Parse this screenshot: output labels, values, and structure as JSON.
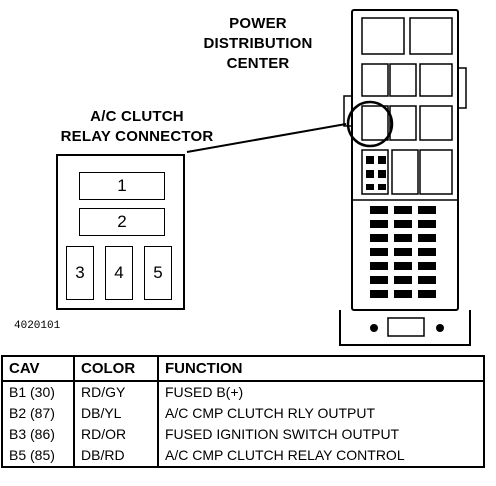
{
  "titles": {
    "pdc_line1": "POWER",
    "pdc_line2": "DISTRIBUTION",
    "pdc_line3": "CENTER",
    "ac_line1": "A/C CLUTCH",
    "ac_line2": "RELAY CONNECTOR"
  },
  "connector": {
    "cavities": [
      "1",
      "2",
      "3",
      "4",
      "5"
    ]
  },
  "figure_id": "4020101",
  "table": {
    "headers": [
      "CAV",
      "COLOR",
      "FUNCTION"
    ],
    "rows": [
      {
        "cav": "B1 (30)",
        "color": "RD/GY",
        "function": "FUSED B(+)"
      },
      {
        "cav": "B2 (87)",
        "color": "DB/YL",
        "function": "A/C CMP CLUTCH RLY OUTPUT"
      },
      {
        "cav": "B3 (86)",
        "color": "RD/OR",
        "function": "FUSED IGNITION SWITCH OUTPUT"
      },
      {
        "cav": "B5 (85)",
        "color": "DB/RD",
        "function": "A/C CMP CLUTCH RELAY CONTROL"
      }
    ]
  }
}
